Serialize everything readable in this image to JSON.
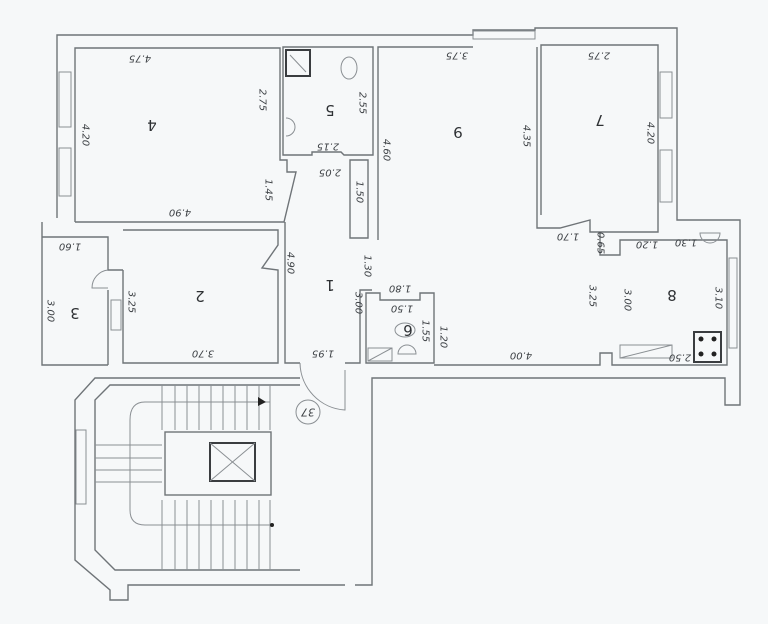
{
  "rooms": [
    "1",
    "2",
    "3",
    "4",
    "5",
    "6",
    "7",
    "8",
    "9"
  ],
  "section_label": "37",
  "dims": {
    "r4_top": "4.75",
    "r4_left": "4.20",
    "r4_right": "2.75",
    "r4_door": "1.45",
    "r4_bottom": "4.90",
    "r5_right": "2.55",
    "r5_bottom": "2.15",
    "hall_top": "2.05",
    "hall_right": "1.50",
    "r9_left": "4.60",
    "r9_top": "3.75",
    "r9_right": "4.35",
    "r7_top": "2.75",
    "r7_right": "4.20",
    "r8_a": "1.70",
    "r8_b": "0.65",
    "r8_c": "1.20",
    "r8_d": "1.30",
    "r8_e": "3.25",
    "r8_f": "3.00",
    "r8_g": "3.10",
    "r8_h": "2.50",
    "r8_bottom": "4.00",
    "r3_top": "1.60",
    "r3_left": "3.00",
    "r2_left": "3.25",
    "r2_bottom": "3.70",
    "r1_left": "4.90",
    "r1_bottom": "1.95",
    "r1_right_a": "1.30",
    "r1_right_b": "3.00",
    "r6_top": "1.80",
    "r6_inner": "1.50",
    "r6_right": "1.55",
    "r6_outer": "1.20"
  }
}
